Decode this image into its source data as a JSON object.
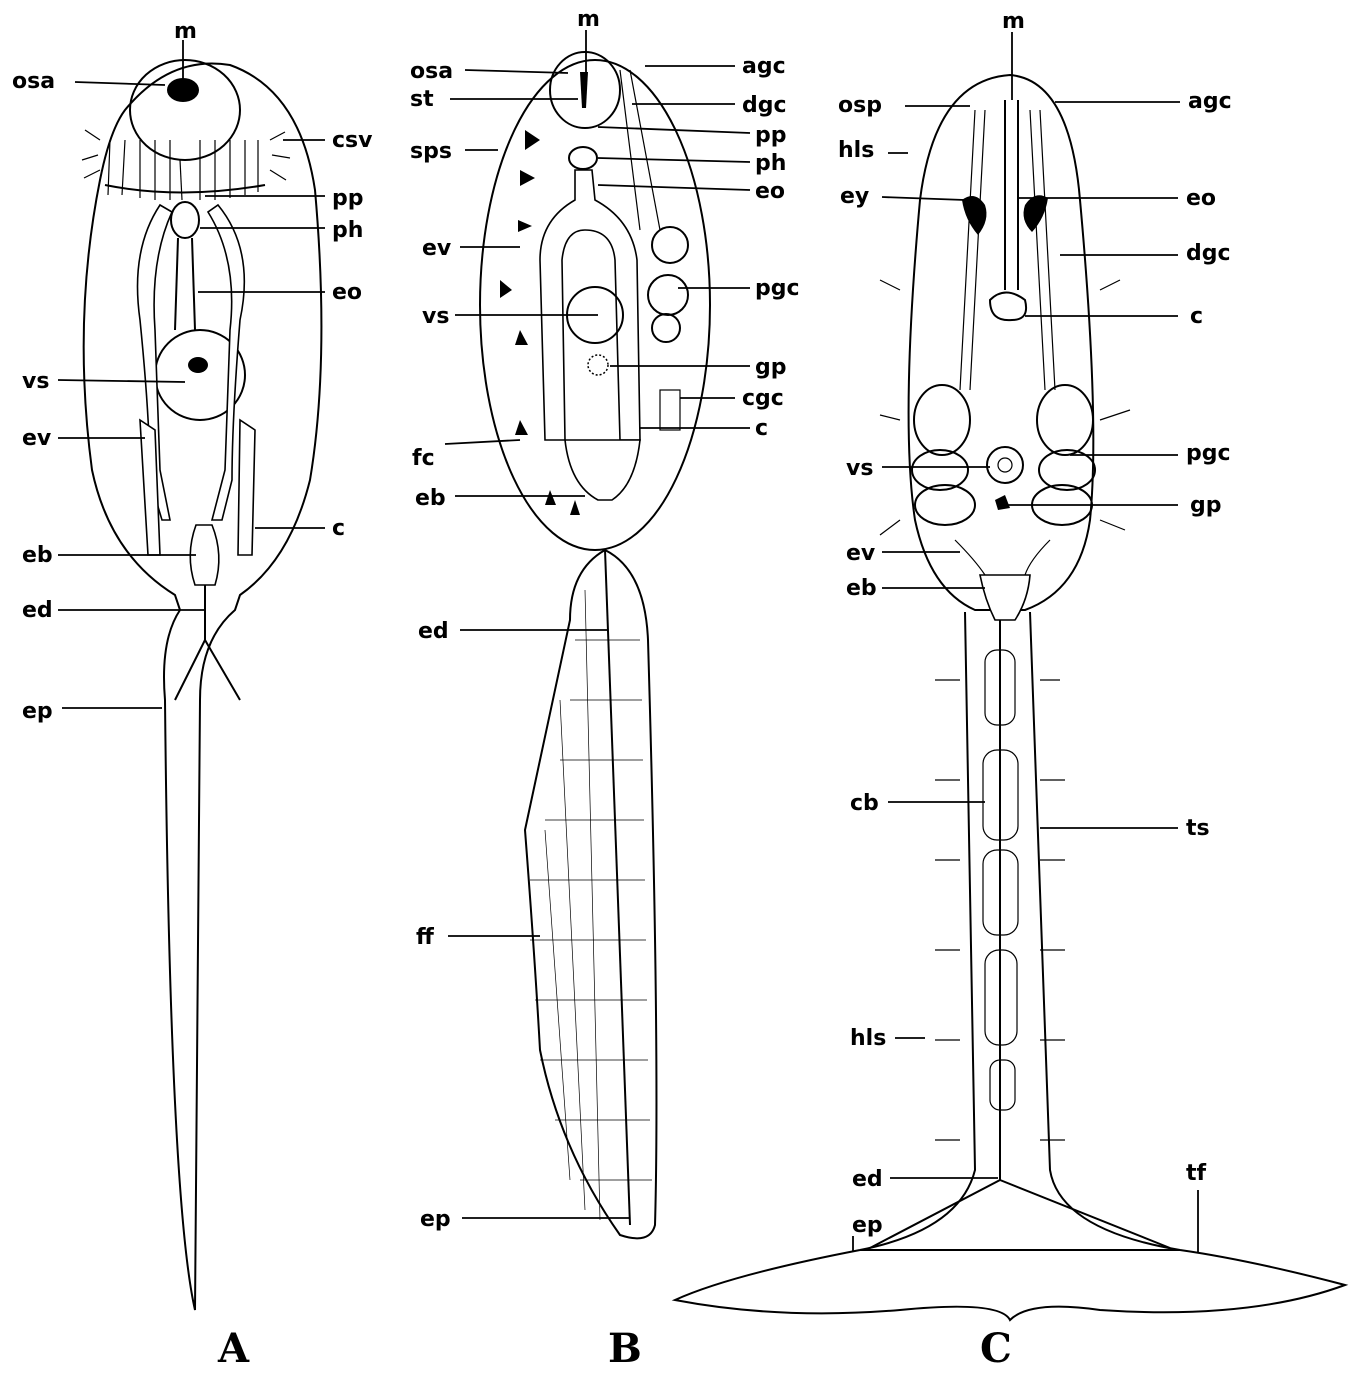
{
  "panels": [
    {
      "letter": "A",
      "labels": [
        "m",
        "osa",
        "csv",
        "pp",
        "ph",
        "eo",
        "vs",
        "ev",
        "c",
        "eb",
        "ed",
        "ep"
      ]
    },
    {
      "letter": "B",
      "labels": [
        "m",
        "osa",
        "st",
        "agc",
        "dgc",
        "pp",
        "ph",
        "sps",
        "eo",
        "ev",
        "pgc",
        "vs",
        "gp",
        "cgc",
        "c",
        "fc",
        "eb",
        "ed",
        "ff",
        "ep"
      ]
    },
    {
      "letter": "C",
      "labels": [
        "m",
        "osp",
        "agc",
        "hls",
        "ey",
        "eo",
        "dgc",
        "c",
        "vs",
        "pgc",
        "gp",
        "ev",
        "eb",
        "cb",
        "ts",
        "hls",
        "ed",
        "tf",
        "ep"
      ]
    }
  ]
}
